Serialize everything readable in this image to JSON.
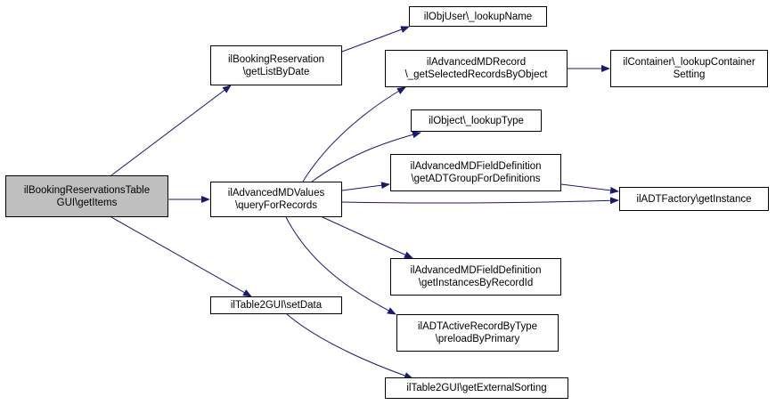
{
  "colors": {
    "edge": "#191970",
    "root_fill": "#bfbfbf",
    "node_fill": "#ffffff",
    "border": "#000000"
  },
  "nodes": {
    "root": {
      "line1": "ilBookingReservationsTable",
      "line2": "GUI\\getItems"
    },
    "booking_getlistbydate": {
      "line1": "ilBookingReservation",
      "line2": "\\getListByDate"
    },
    "advmd_queryforrecords": {
      "line1": "ilAdvancedMDValues",
      "line2": "\\queryForRecords"
    },
    "table2gui_setdata": {
      "line1": "ilTable2GUI\\setData"
    },
    "objuser_lookupname": {
      "line1": "ilObjUser\\_lookupName"
    },
    "advmdrecord_getselected": {
      "line1": "ilAdvancedMDRecord",
      "line2": "\\_getSelectedRecordsByObject"
    },
    "container_lookupsetting": {
      "line1": "ilContainer\\_lookupContainer",
      "line2": "Setting"
    },
    "object_lookuptype": {
      "line1": "ilObject\\_lookupType"
    },
    "fielddef_getadtgroup": {
      "line1": "ilAdvancedMDFieldDefinition",
      "line2": "\\getADTGroupForDefinitions"
    },
    "adtfactory_getinstance": {
      "line1": "ilADTFactory\\getInstance"
    },
    "fielddef_getinstances": {
      "line1": "ilAdvancedMDFieldDefinition",
      "line2": "\\getInstancesByRecordId"
    },
    "adtactiverecord_preload": {
      "line1": "ilADTActiveRecordByType",
      "line2": "\\preloadByPrimary"
    },
    "table2gui_getexternalsorting": {
      "line1": "ilTable2GUI\\getExternalSorting"
    }
  }
}
